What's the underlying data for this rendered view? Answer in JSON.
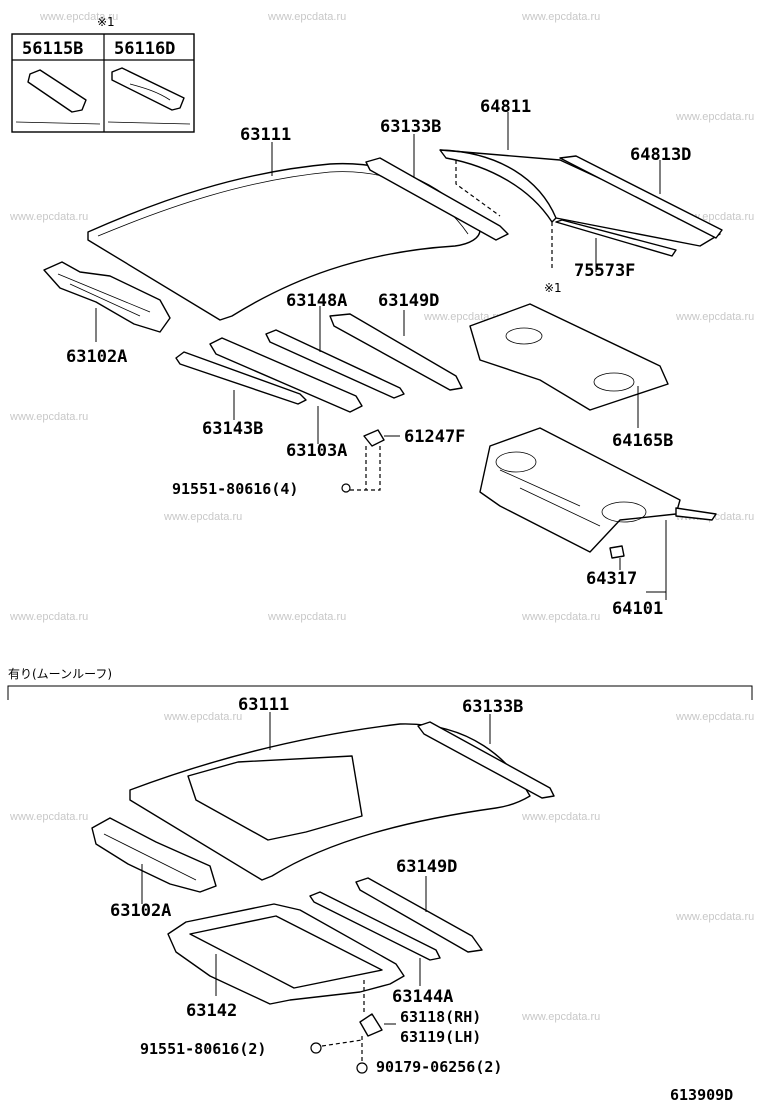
{
  "watermark": "www.epcdata.ru",
  "diagram_code": "613909D",
  "section_note": "有り(ムーンルーフ)",
  "footnote_mark": "※1",
  "inset_parts": [
    "56115B",
    "56116D"
  ],
  "top_parts": {
    "roof_panel": "63111",
    "rail_side": "63133B",
    "back_window_glass": "64811",
    "molding": "64813D",
    "weatherstrip": "75573F",
    "front_header": "63102A",
    "reinforcement_148": "63148A",
    "reinforcement_149": "63149D",
    "package_tray_trim": "64165B",
    "bow_143": "63143B",
    "bow_103": "63103A",
    "bracket": "61247F",
    "clip_qty": "91551-80616(4)",
    "panel_clip": "64317",
    "package_tray_panel": "64101"
  },
  "moonroof_parts": {
    "roof_panel": "63111",
    "rail_side": "63133B",
    "front_header": "63102A",
    "reinforcement_149": "63149D",
    "housing": "63142",
    "reinforcement_144": "63144A",
    "bracket_rh": "63118(RH)",
    "bracket_lh": "63119(LH)",
    "clip_qty": "91551-80616(2)",
    "screw_qty": "90179-06256(2)"
  }
}
